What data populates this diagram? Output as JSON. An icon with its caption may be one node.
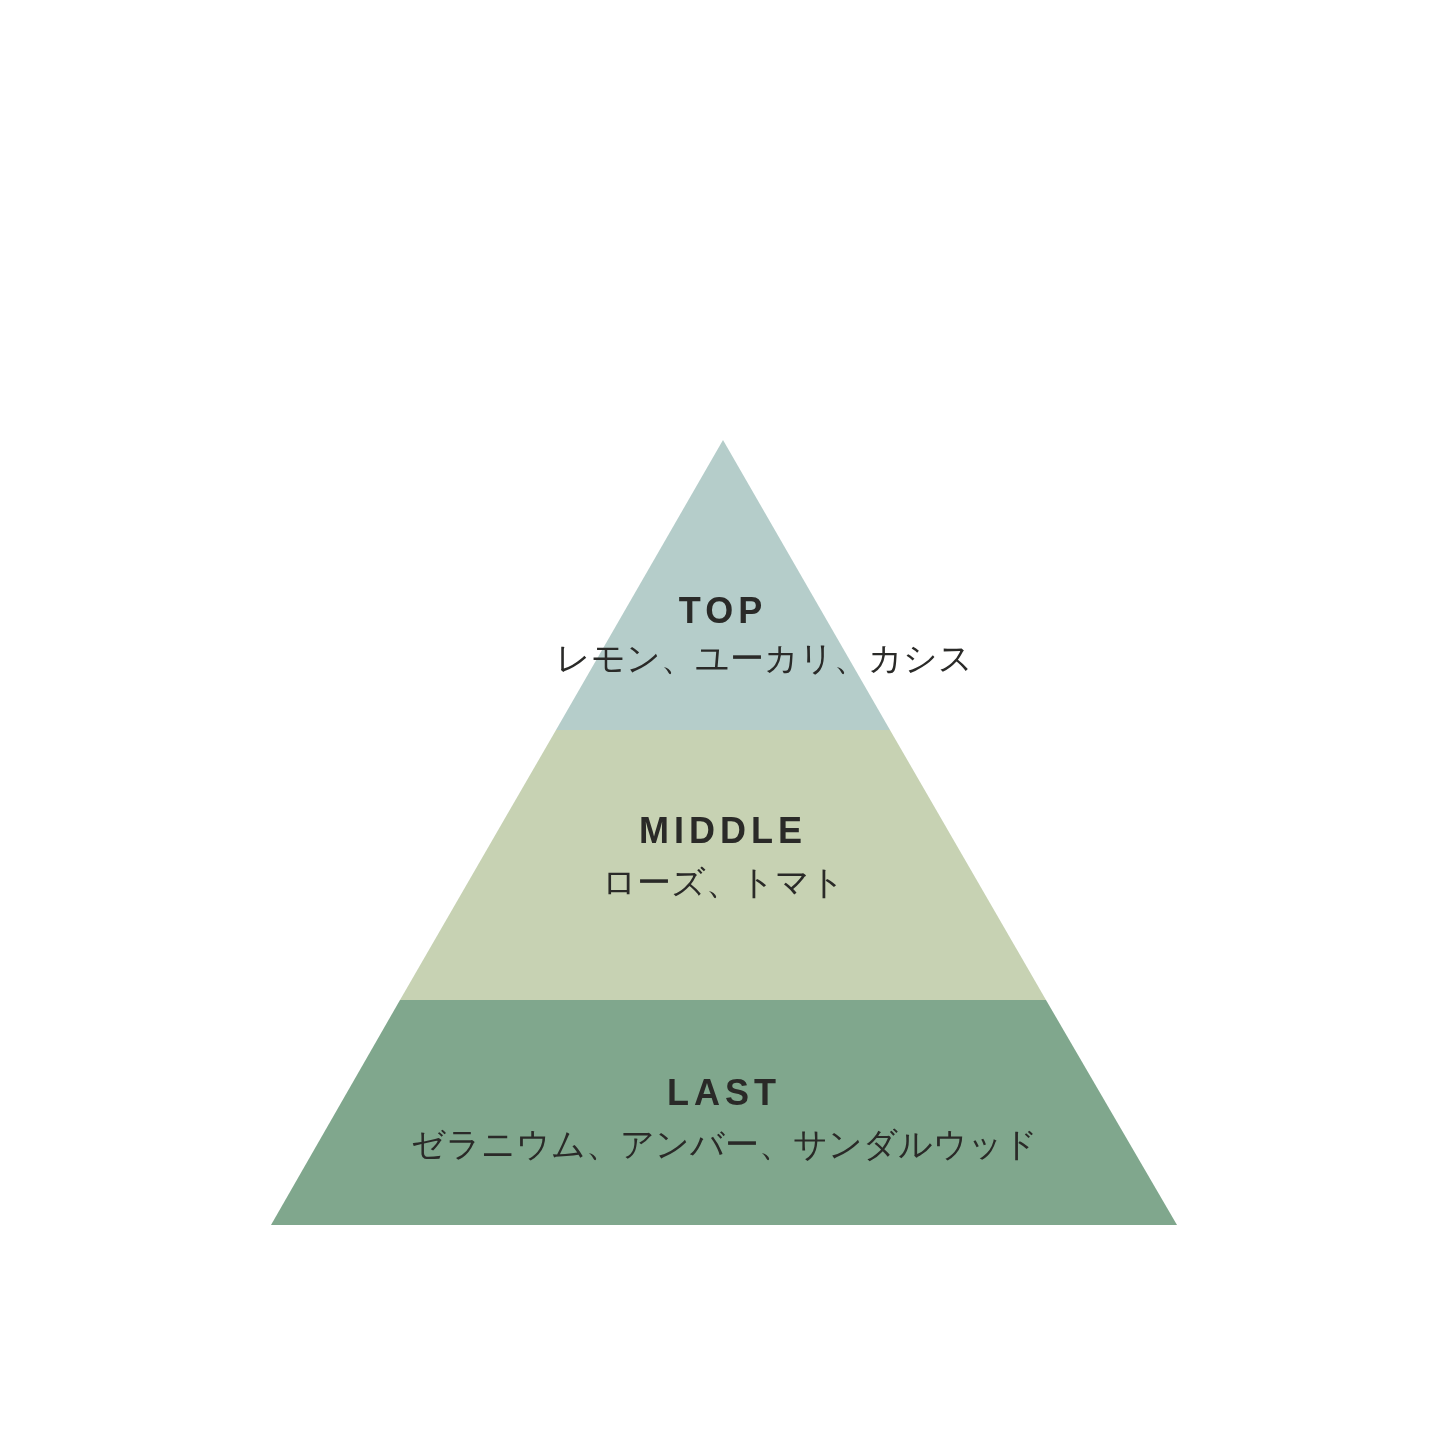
{
  "diagram": {
    "nodes": [
      {
        "text": [
          "TOP",
          "レモン、ユーカリ、カシス"
        ]
      },
      {
        "text": [
          "MIDDLE",
          "ローズ、トマト"
        ]
      },
      {
        "text": [
          "LAST",
          "ゼラニウム、アンバー、サンダルウッド"
        ]
      }
    ]
  }
}
